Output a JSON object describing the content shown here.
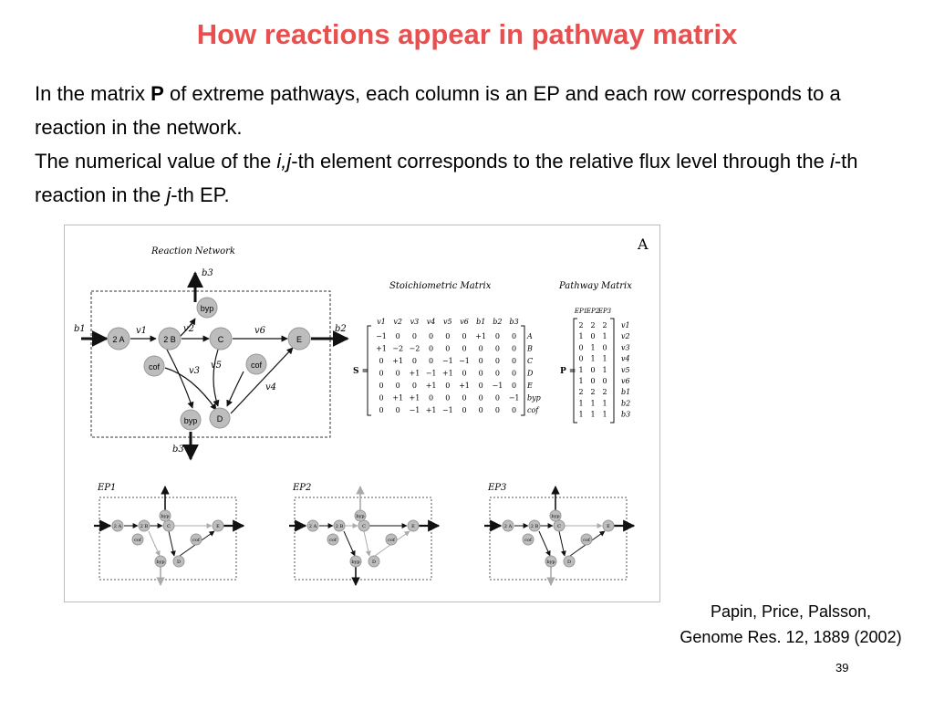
{
  "slide": {
    "title": "How reactions appear in pathway matrix",
    "para1_a": "In the matrix ",
    "para1_bold": "P",
    "para1_b": " of extreme pathways, each column is an EP and each row corresponds to a reaction in the network.",
    "para2_a": "The numerical value of the ",
    "para2_ij": "i,j",
    "para2_b": "-th element corresponds to the relative flux level through the ",
    "para2_i": "i",
    "para2_c": "-th reaction in the ",
    "para2_j": "j",
    "para2_d": "-th EP.",
    "citation_line1": "Papin, Price, Palsson,",
    "citation_line2": "Genome Res. 12, 1889 (2002)",
    "page_number": "39"
  },
  "figure": {
    "panel_label": "A",
    "network_title": "Reaction Network",
    "stoich_title": "Stoichiometric Matrix",
    "pathway_title": "Pathway Matrix",
    "nodes": {
      "a2": "2 A",
      "b2": "2 B",
      "c": "C",
      "e": "E",
      "d": "D",
      "byp_top": "byp",
      "byp_bottom": "byp",
      "cof_left": "cof",
      "cof_right": "cof"
    },
    "flux_labels": {
      "b1": "b1",
      "b2": "b2",
      "b3_top": "b3",
      "b3_bottom": "b3",
      "v1": "v1",
      "v2": "v2",
      "v3": "v3",
      "v4": "v4",
      "v5": "v5",
      "v6": "v6"
    },
    "stoich_label": "S =",
    "stoich_columns": [
      "v1",
      "v2",
      "v3",
      "v4",
      "v5",
      "v6",
      "b1",
      "b2",
      "b3"
    ],
    "stoich_rows": [
      [
        "−1",
        "0",
        "0",
        "0",
        "0",
        "0",
        "+1",
        "0",
        "0"
      ],
      [
        "+1",
        "−2",
        "−2",
        "0",
        "0",
        "0",
        "0",
        "0",
        "0"
      ],
      [
        "0",
        "+1",
        "0",
        "0",
        "−1",
        "−1",
        "0",
        "0",
        "0"
      ],
      [
        "0",
        "0",
        "+1",
        "−1",
        "+1",
        "0",
        "0",
        "0",
        "0"
      ],
      [
        "0",
        "0",
        "0",
        "+1",
        "0",
        "+1",
        "0",
        "−1",
        "0"
      ],
      [
        "0",
        "+1",
        "+1",
        "0",
        "0",
        "0",
        "0",
        "0",
        "−1"
      ],
      [
        "0",
        "0",
        "−1",
        "+1",
        "−1",
        "0",
        "0",
        "0",
        "0"
      ]
    ],
    "stoich_row_labels": [
      "A",
      "B",
      "C",
      "D",
      "E",
      "byp",
      "cof"
    ],
    "pathway_label": "P =",
    "pathway_columns": [
      "EP1",
      "EP2",
      "EP3"
    ],
    "pathway_rows": [
      [
        "2",
        "2",
        "2"
      ],
      [
        "1",
        "0",
        "1"
      ],
      [
        "0",
        "1",
        "0"
      ],
      [
        "0",
        "1",
        "1"
      ],
      [
        "1",
        "0",
        "1"
      ],
      [
        "1",
        "0",
        "0"
      ],
      [
        "2",
        "2",
        "2"
      ],
      [
        "1",
        "1",
        "1"
      ],
      [
        "1",
        "1",
        "1"
      ]
    ],
    "pathway_row_labels": [
      "v1",
      "v2",
      "v3",
      "v4",
      "v5",
      "v6",
      "b1",
      "b2",
      "b3"
    ],
    "ep_panels": [
      "EP1",
      "EP2",
      "EP3"
    ]
  }
}
